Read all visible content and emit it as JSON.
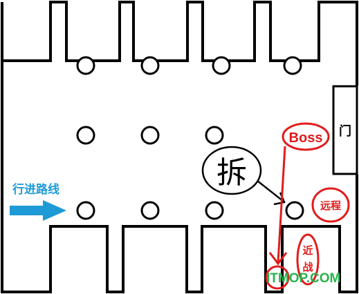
{
  "labels": {
    "route": "行进路线",
    "boss": "Boss",
    "door": "门",
    "demolish": "拆",
    "ranged": "远程",
    "melee_1": "近",
    "melee_2": "战"
  },
  "watermark": "ITMOP.COM",
  "colors": {
    "wall": "#000000",
    "route_arrow": "#1e9ad6",
    "annotation": "#e11b1b",
    "watermark": "#27b34a",
    "background": "#ffffff"
  }
}
